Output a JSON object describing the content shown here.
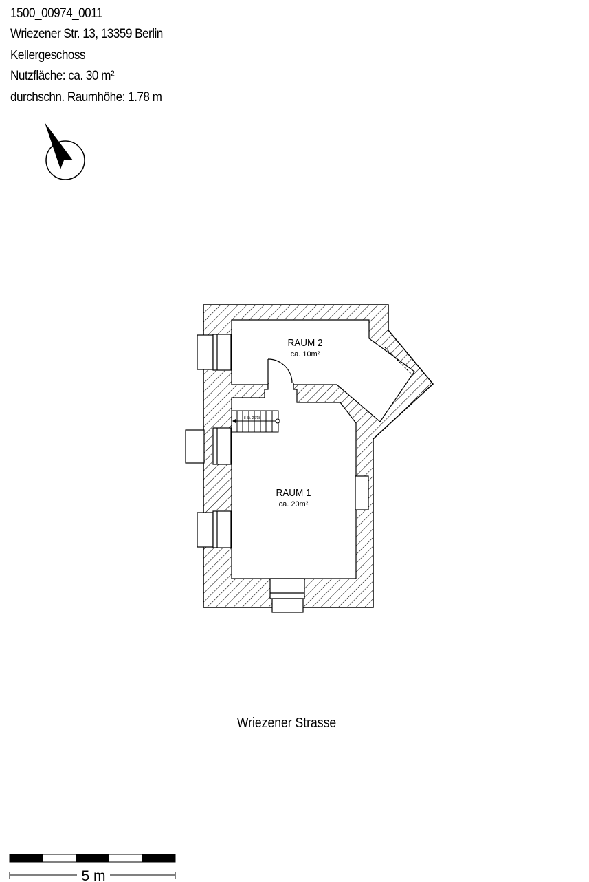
{
  "header": {
    "plan_id": "1500_00974_0011",
    "address": "Wriezener Str. 13, 13359 Berlin",
    "floor": "Kellergeschoss",
    "usable_area": "Nutzfläche: ca. 30 m²",
    "avg_height": "durchschn. Raumhöhe: 1.78 m"
  },
  "rooms": [
    {
      "name": "RAUM 2",
      "area": "ca. 10m²"
    },
    {
      "name": "RAUM 1",
      "area": "ca. 20m²"
    }
  ],
  "stairs": {
    "label": "8 St. 26/18"
  },
  "street": "Wriezener Strasse",
  "scale": {
    "label": "5 m",
    "segments": 5
  },
  "colors": {
    "ink": "#000000",
    "background": "#ffffff"
  }
}
